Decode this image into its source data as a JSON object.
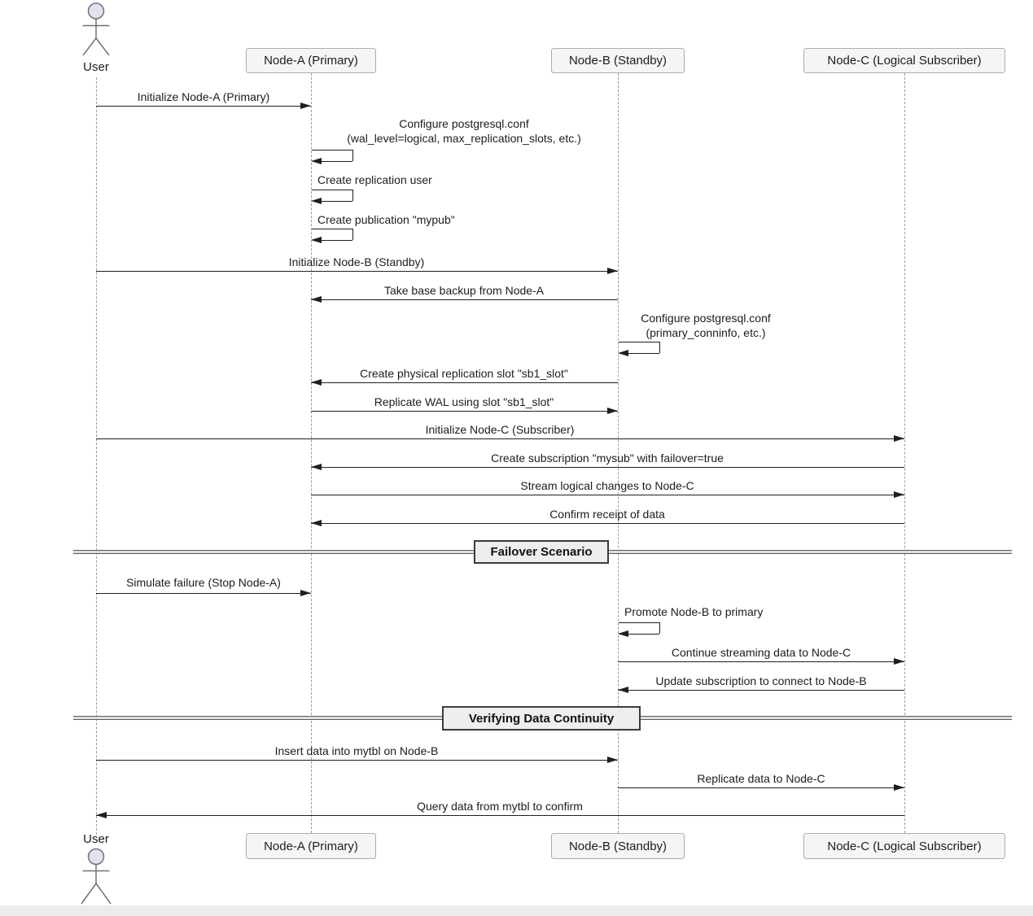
{
  "diagram_type": "uml-sequence",
  "actor": {
    "name": "User"
  },
  "participants": [
    {
      "name": "Node-A (Primary)"
    },
    {
      "name": "Node-B (Standby)"
    },
    {
      "name": "Node-C (Logical Subscriber)"
    }
  ],
  "messages": [
    {
      "from": "User",
      "to": "Node-A (Primary)",
      "label": "Initialize Node-A (Primary)",
      "kind": "arrow-right"
    },
    {
      "from": "Node-A (Primary)",
      "to": "Node-A (Primary)",
      "label": "Configure postgresql.conf",
      "sublabel": "(wal_level=logical, max_replication_slots, etc.)",
      "kind": "self"
    },
    {
      "from": "Node-A (Primary)",
      "to": "Node-A (Primary)",
      "label": "Create replication user",
      "kind": "self"
    },
    {
      "from": "Node-A (Primary)",
      "to": "Node-A (Primary)",
      "label": "Create publication \"mypub\"",
      "kind": "self"
    },
    {
      "from": "User",
      "to": "Node-B (Standby)",
      "label": "Initialize Node-B (Standby)",
      "kind": "arrow-right"
    },
    {
      "from": "Node-B (Standby)",
      "to": "Node-A (Primary)",
      "label": "Take base backup from Node-A",
      "kind": "arrow-left"
    },
    {
      "from": "Node-B (Standby)",
      "to": "Node-B (Standby)",
      "label": "Configure postgresql.conf",
      "sublabel": "(primary_conninfo, etc.)",
      "kind": "self"
    },
    {
      "from": "Node-B (Standby)",
      "to": "Node-A (Primary)",
      "label": "Create physical replication slot \"sb1_slot\"",
      "kind": "arrow-left"
    },
    {
      "from": "Node-A (Primary)",
      "to": "Node-B (Standby)",
      "label": "Replicate WAL using slot \"sb1_slot\"",
      "kind": "arrow-right"
    },
    {
      "from": "User",
      "to": "Node-C (Logical Subscriber)",
      "label": "Initialize Node-C (Subscriber)",
      "kind": "arrow-right"
    },
    {
      "from": "Node-C (Logical Subscriber)",
      "to": "Node-A (Primary)",
      "label": "Create subscription \"mysub\" with failover=true",
      "kind": "arrow-left"
    },
    {
      "from": "Node-A (Primary)",
      "to": "Node-C (Logical Subscriber)",
      "label": "Stream logical changes to Node-C",
      "kind": "arrow-right"
    },
    {
      "from": "Node-C (Logical Subscriber)",
      "to": "Node-A (Primary)",
      "label": "Confirm receipt of data",
      "kind": "arrow-left"
    },
    {
      "from": "User",
      "to": "Node-A (Primary)",
      "label": "Simulate failure (Stop Node-A)",
      "kind": "arrow-right"
    },
    {
      "from": "Node-B (Standby)",
      "to": "Node-B (Standby)",
      "label": "Promote Node-B to primary",
      "kind": "self"
    },
    {
      "from": "Node-B (Standby)",
      "to": "Node-C (Logical Subscriber)",
      "label": "Continue streaming data to Node-C",
      "kind": "arrow-right"
    },
    {
      "from": "Node-C (Logical Subscriber)",
      "to": "Node-B (Standby)",
      "label": "Update subscription to connect to Node-B",
      "kind": "arrow-left"
    },
    {
      "from": "User",
      "to": "Node-B (Standby)",
      "label": "Insert data into mytbl on Node-B",
      "kind": "arrow-right"
    },
    {
      "from": "Node-B (Standby)",
      "to": "Node-C (Logical Subscriber)",
      "label": "Replicate data to Node-C",
      "kind": "arrow-right"
    },
    {
      "from": "Node-C (Logical Subscriber)",
      "to": "User",
      "label": "Query data from mytbl to confirm",
      "kind": "arrow-left"
    }
  ],
  "dividers": [
    {
      "label": "Failover Scenario"
    },
    {
      "label": "Verifying Data Continuity"
    }
  ],
  "colors": {
    "background": "#ffffff",
    "line": "#1f1f1f",
    "lifeline": "#9b9b9b",
    "participant_fill": "#f5f5f5",
    "participant_border": "#acacac",
    "actor_head_fill": "#e1e1ef",
    "divider_fill": "#eeeeee",
    "divider_border": "#3c3c3c"
  }
}
